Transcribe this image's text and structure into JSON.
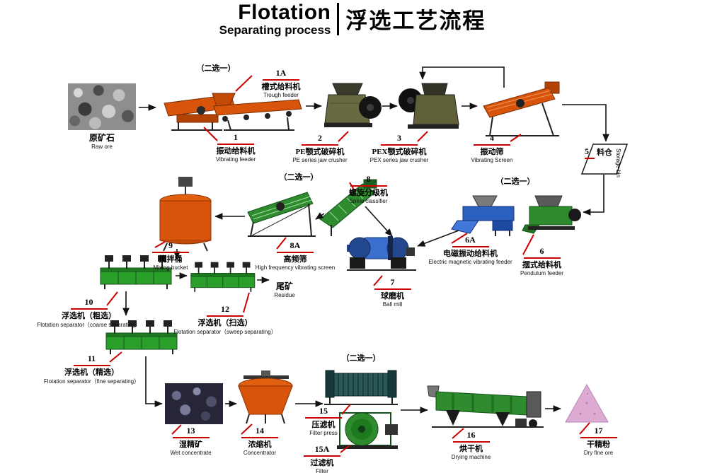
{
  "title": {
    "en_main": "Flotation",
    "en_sub": "Separating process",
    "zh": "浮选工艺流程"
  },
  "choose_one": "（二选一）",
  "nodes": {
    "raw_ore": {
      "zh": "原矿石",
      "en": "Raw ore"
    },
    "trough_feeder": {
      "num": "1A",
      "zh": "槽式给料机",
      "en": "Trough feeder"
    },
    "vibrating_feeder": {
      "num": "1",
      "zh": "振动给料机",
      "en": "Vibrating feeder"
    },
    "pe_crusher": {
      "num": "2",
      "zh": "PE颚式破碎机",
      "en": "PE series jaw crusher"
    },
    "pex_crusher": {
      "num": "3",
      "zh": "PEX颚式破碎机",
      "en": "PEX series jaw crusher"
    },
    "vibrating_screen": {
      "num": "4",
      "zh": "振动筛",
      "en": "Vibrating Screen"
    },
    "storage_bin": {
      "num": "5",
      "zh": "料仓",
      "en": "Storage bin"
    },
    "pendulum_feeder": {
      "num": "6",
      "zh": "摆式给料机",
      "en": "Pendulum feeder"
    },
    "em_feeder": {
      "num": "6A",
      "zh": "电磁振动给料机",
      "en": "Electric magnetic vibrating feeder"
    },
    "ball_mill": {
      "num": "7",
      "zh": "球磨机",
      "en": "Ball mill"
    },
    "spiral_classifier": {
      "num": "8",
      "zh": "螺旋分级机",
      "en": "Spiral classifier"
    },
    "hf_screen": {
      "num": "8A",
      "zh": "高频筛",
      "en": "High frequency vibrating screen"
    },
    "mixing_bucket": {
      "num": "9",
      "zh": "搅拌桶",
      "en": "Mixing bucket"
    },
    "flotation_coarse": {
      "num": "10",
      "zh": "浮选机（粗选）",
      "en": "Flotation separator（coarse separating）"
    },
    "flotation_sweep": {
      "num": "12",
      "zh": "浮选机（扫选）",
      "en": "Flotation separator（sweep separating）"
    },
    "residue": {
      "zh": "尾矿",
      "en": "Residue"
    },
    "flotation_fine": {
      "num": "11",
      "zh": "浮选机（精选）",
      "en": "Flotation separator（fine separating）"
    },
    "wet_concentrate": {
      "num": "13",
      "zh": "湿精矿",
      "en": "Wet concentrate"
    },
    "concentrator": {
      "num": "14",
      "zh": "浓缩机",
      "en": "Concentrator"
    },
    "filter_press": {
      "num": "15",
      "zh": "压滤机",
      "en": "Filter press"
    },
    "filter": {
      "num": "15A",
      "zh": "过滤机",
      "en": "Filter"
    },
    "dryer": {
      "num": "16",
      "zh": "烘干机",
      "en": "Drying machine"
    },
    "dry_fine": {
      "num": "17",
      "zh": "干精粉",
      "en": "Dry fine ore"
    }
  },
  "colors": {
    "leader_red": "#cc0000",
    "machine_orange": "#d8540a",
    "machine_green": "#2e8b2e",
    "machine_blue": "#2b5fc0",
    "flotation_green": "#2aa02a",
    "concentrate_pink": "#dcaad2"
  }
}
